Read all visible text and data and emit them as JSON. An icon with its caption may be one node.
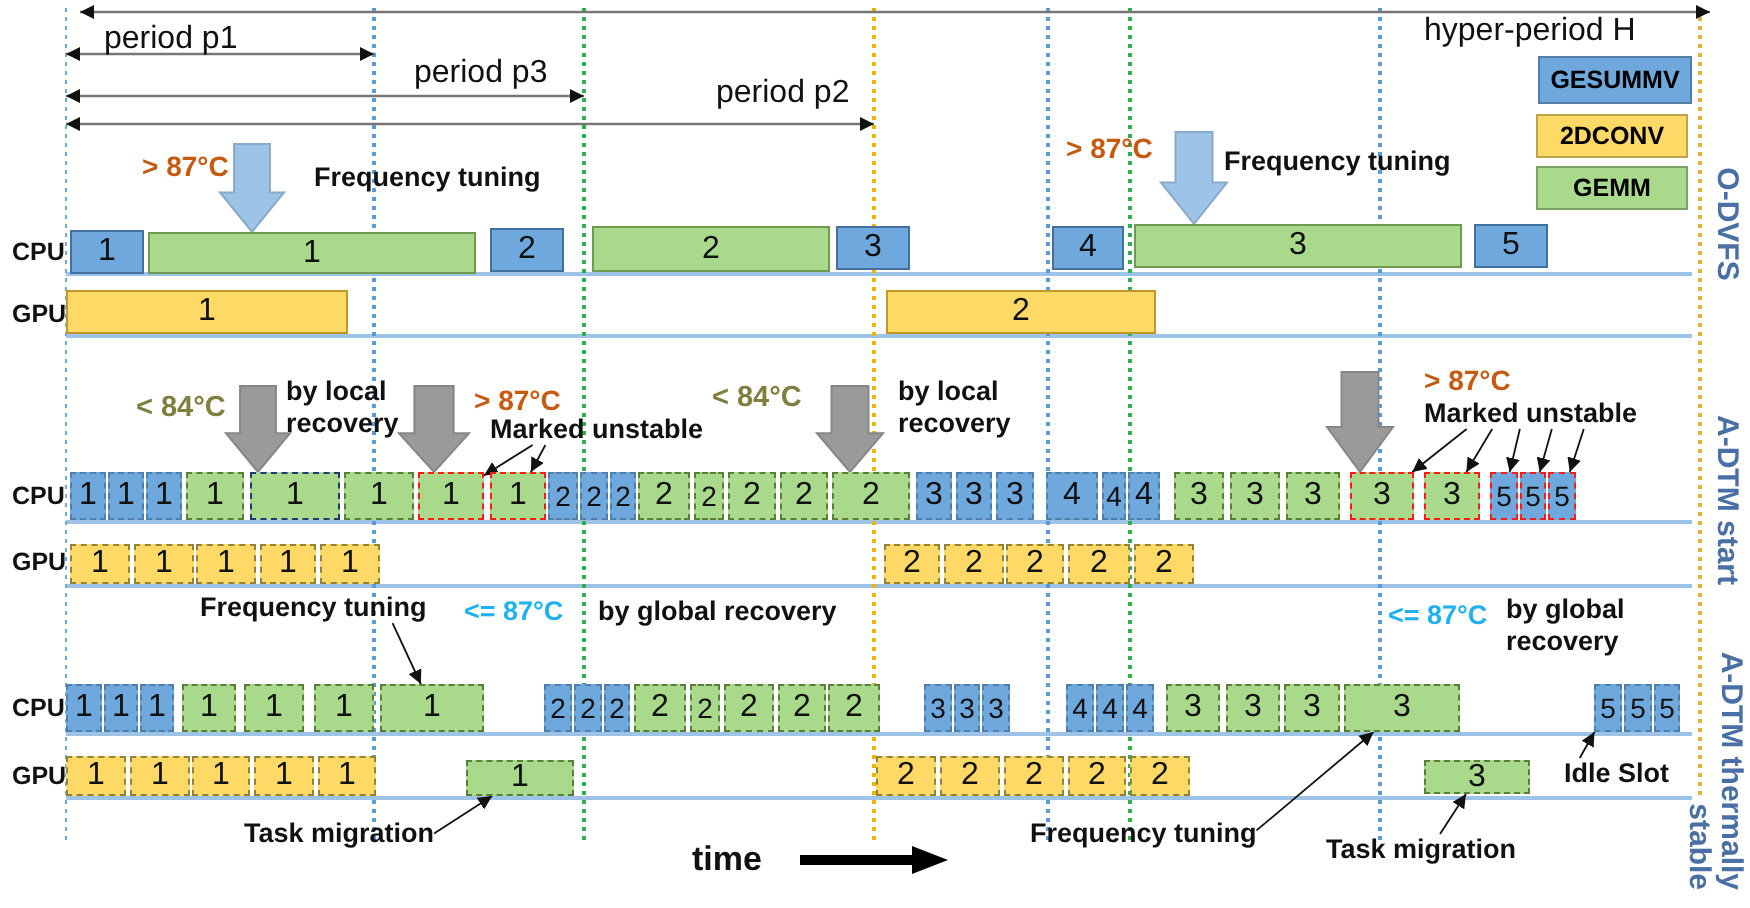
{
  "diagram": {
    "nodes": [
      {
        "text": [
          "1"
        ]
      },
      {
        "text": [
          "1"
        ]
      },
      {
        "text": [
          "2"
        ]
      },
      {
        "text": [
          "2"
        ]
      },
      {
        "text": [
          "3"
        ]
      },
      {
        "text": [
          "4"
        ]
      },
      {
        "text": [
          "3"
        ]
      },
      {
        "text": [
          "5"
        ]
      },
      {
        "text": [
          "1"
        ]
      },
      {
        "text": [
          "2"
        ]
      },
      {
        "text": [
          "1"
        ]
      },
      {
        "text": [
          "1"
        ]
      },
      {
        "text": [
          "1"
        ]
      },
      {
        "text": [
          "1"
        ]
      },
      {
        "text": [
          "1"
        ]
      },
      {
        "text": [
          "1"
        ]
      },
      {
        "text": [
          "1"
        ]
      },
      {
        "text": [
          "1"
        ]
      },
      {
        "text": [
          "2"
        ]
      },
      {
        "text": [
          "2"
        ]
      },
      {
        "text": [
          "2"
        ]
      },
      {
        "text": [
          "2"
        ]
      },
      {
        "text": [
          "2"
        ]
      },
      {
        "text": [
          "2"
        ]
      },
      {
        "text": [
          "2"
        ]
      },
      {
        "text": [
          "2"
        ]
      },
      {
        "text": [
          "3"
        ]
      },
      {
        "text": [
          "3"
        ]
      },
      {
        "text": [
          "3"
        ]
      },
      {
        "text": [
          "4"
        ]
      },
      {
        "text": [
          "4"
        ]
      },
      {
        "text": [
          "4"
        ]
      },
      {
        "text": [
          "3"
        ]
      },
      {
        "text": [
          "3"
        ]
      },
      {
        "text": [
          "3"
        ]
      },
      {
        "text": [
          "3"
        ]
      },
      {
        "text": [
          "3"
        ]
      },
      {
        "text": [
          "5"
        ]
      },
      {
        "text": [
          "5"
        ]
      },
      {
        "text": [
          "5"
        ]
      },
      {
        "text": [
          "1"
        ]
      },
      {
        "text": [
          "1"
        ]
      },
      {
        "text": [
          "1"
        ]
      },
      {
        "text": [
          "1"
        ]
      },
      {
        "text": [
          "1"
        ]
      },
      {
        "text": [
          "2"
        ]
      },
      {
        "text": [
          "2"
        ]
      },
      {
        "text": [
          "2"
        ]
      },
      {
        "text": [
          "2"
        ]
      },
      {
        "text": [
          "2"
        ]
      },
      {
        "text": [
          "1"
        ]
      },
      {
        "text": [
          "1"
        ]
      },
      {
        "text": [
          "1"
        ]
      },
      {
        "text": [
          "1"
        ]
      },
      {
        "text": [
          "1"
        ]
      },
      {
        "text": [
          "1"
        ]
      },
      {
        "text": [
          "1"
        ]
      },
      {
        "text": [
          "2"
        ]
      },
      {
        "text": [
          "2"
        ]
      },
      {
        "text": [
          "2"
        ]
      },
      {
        "text": [
          "2"
        ]
      },
      {
        "text": [
          "2"
        ]
      },
      {
        "text": [
          "2"
        ]
      },
      {
        "text": [
          "2"
        ]
      },
      {
        "text": [
          "2"
        ]
      },
      {
        "text": [
          "3"
        ]
      },
      {
        "text": [
          "3"
        ]
      },
      {
        "text": [
          "3"
        ]
      },
      {
        "text": [
          "4"
        ]
      },
      {
        "text": [
          "4"
        ]
      },
      {
        "text": [
          "4"
        ]
      },
      {
        "text": [
          "3"
        ]
      },
      {
        "text": [
          "3"
        ]
      },
      {
        "text": [
          "3"
        ]
      },
      {
        "text": [
          "3"
        ]
      },
      {
        "text": [
          "5"
        ]
      },
      {
        "text": [
          "5"
        ]
      },
      {
        "text": [
          "5"
        ]
      },
      {
        "text": [
          "1"
        ]
      },
      {
        "text": [
          "1"
        ]
      },
      {
        "text": [
          "1"
        ]
      },
      {
        "text": [
          "1"
        ]
      },
      {
        "text": [
          "1"
        ]
      },
      {
        "text": [
          "1"
        ]
      },
      {
        "text": [
          "2"
        ]
      },
      {
        "text": [
          "2"
        ]
      },
      {
        "text": [
          "2"
        ]
      },
      {
        "text": [
          "2"
        ]
      },
      {
        "text": [
          "2"
        ]
      },
      {
        "text": [
          "3"
        ]
      },
      {
        "text": [
          "Marked unstable"
        ]
      },
      {
        "text": [
          "Marked unstable"
        ]
      },
      {
        "text": [
          "Frequency tuning"
        ]
      },
      {
        "text": [
          "Task migration"
        ]
      },
      {
        "text": [
          "Frequency tuning"
        ]
      },
      {
        "text": [
          "Task migration"
        ]
      },
      {
        "text": [
          "Idle Slot"
        ]
      }
    ],
    "edges": [
      {
        "from": 90,
        "to": 16,
        "arrow": "to"
      },
      {
        "from": 90,
        "to": 17,
        "arrow": "to"
      },
      {
        "from": 91,
        "to": 35,
        "arrow": "to"
      },
      {
        "from": 91,
        "to": 36,
        "arrow": "to"
      },
      {
        "from": 91,
        "to": 37,
        "arrow": "to"
      },
      {
        "from": 91,
        "to": 38,
        "arrow": "to"
      },
      {
        "from": 91,
        "to": 39,
        "arrow": "to"
      },
      {
        "from": 92,
        "to": 56,
        "arrow": "to"
      },
      {
        "from": 93,
        "to": 83,
        "arrow": "to"
      },
      {
        "from": 94,
        "to": 74,
        "arrow": "to"
      },
      {
        "from": 95,
        "to": 89,
        "arrow": "to"
      },
      {
        "from": 96,
        "to": 75,
        "arrow": "to"
      },
      {
        "from": null,
        "to": 1,
        "arrow": "to",
        "style": "thick",
        "color": "#9dc3e6"
      },
      {
        "from": null,
        "to": 6,
        "arrow": "to",
        "style": "thick",
        "color": "#9dc3e6"
      },
      {
        "from": null,
        "to": 14,
        "arrow": "to",
        "style": "thick",
        "color": "#9a9a9a"
      },
      {
        "from": null,
        "to": 16,
        "arrow": "to",
        "style": "thick",
        "color": "#9a9a9a"
      },
      {
        "from": null,
        "to": 25,
        "arrow": "to",
        "style": "thick",
        "color": "#9a9a9a"
      },
      {
        "from": null,
        "to": 35,
        "arrow": "to",
        "style": "thick",
        "color": "#9a9a9a"
      }
    ],
    "labels": [
      "period p1",
      "period p3",
      "period p2",
      "hyper-period H",
      "> 87°C",
      "Frequency tuning",
      "> 87°C",
      "Frequency tuning",
      "O-DVFS",
      "CPU",
      "GPU",
      "< 84°C",
      "by local recovery",
      "> 87°C",
      "< 84°C",
      "by local recovery",
      "> 87°C",
      "A-DTM start",
      "CPU",
      "GPU",
      "<= 87°C",
      "by global recovery",
      "<= 87°C",
      "by global recovery",
      "A-DTM thermally stable",
      "CPU",
      "GPU",
      "time"
    ],
    "legend": [
      {
        "text": "GESUMMV",
        "color": "#6fa8dc"
      },
      {
        "text": "2DCONV",
        "color": "#ffd966"
      },
      {
        "text": "GEMM",
        "color": "#a9d98b"
      }
    ]
  }
}
